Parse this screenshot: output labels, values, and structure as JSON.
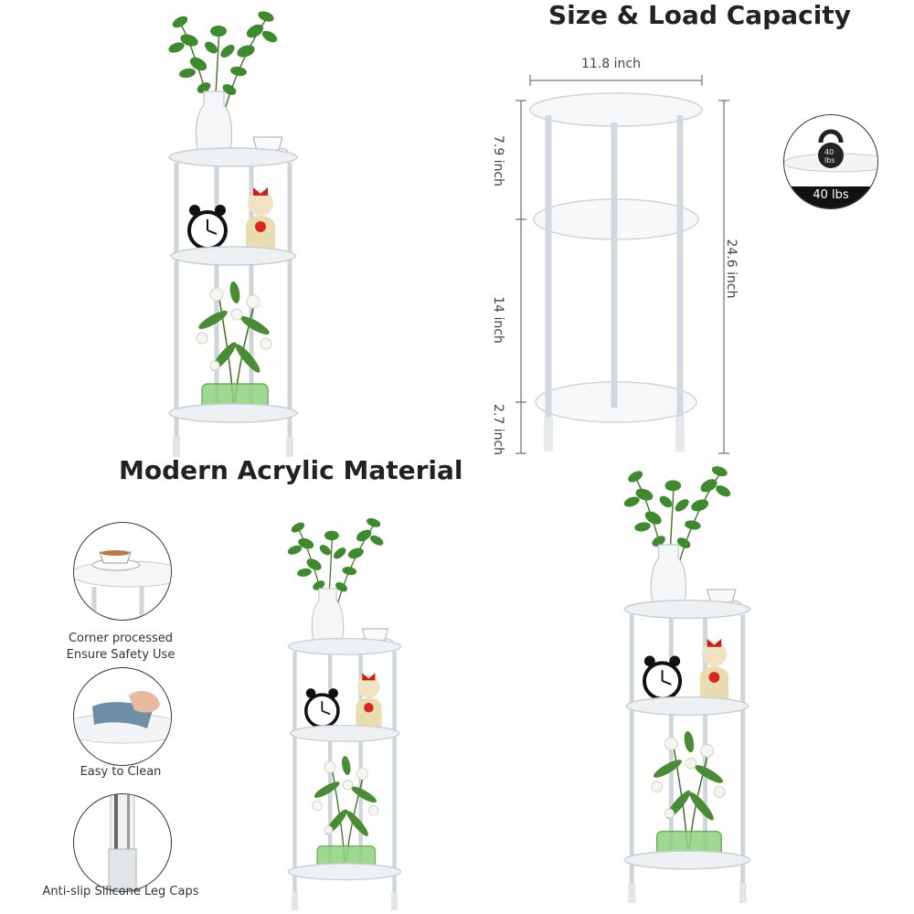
{
  "headings": {
    "size_load": "Size & Load Capacity",
    "material": "Modern Acrylic Material"
  },
  "dimensions": {
    "width": "11.8 inch",
    "top_gap": "7.9 inch",
    "middle_gap": "14 inch",
    "bottom_gap": "2.7 inch",
    "height": "24.6 inch"
  },
  "load": {
    "kettlebell_label_line1": "40",
    "kettlebell_label_line2": "lbs",
    "badge": "40 lbs"
  },
  "features": [
    {
      "label_line1": "Corner processed",
      "label_line2": "Ensure Safety Use",
      "icon": "cup-on-table-icon"
    },
    {
      "label_line1": "Easy to Clean",
      "label_line2": "",
      "icon": "cleaning-cloth-icon"
    },
    {
      "label_line1": "Anti-slip Silicone Leg Caps",
      "label_line2": "",
      "icon": "leg-cap-icon"
    }
  ],
  "colors": {
    "text": "#222222",
    "acrylic": "#d9dde0",
    "leaf": "#3f8a2e",
    "glass_water": "#7ac46a",
    "badge": "#111111"
  }
}
